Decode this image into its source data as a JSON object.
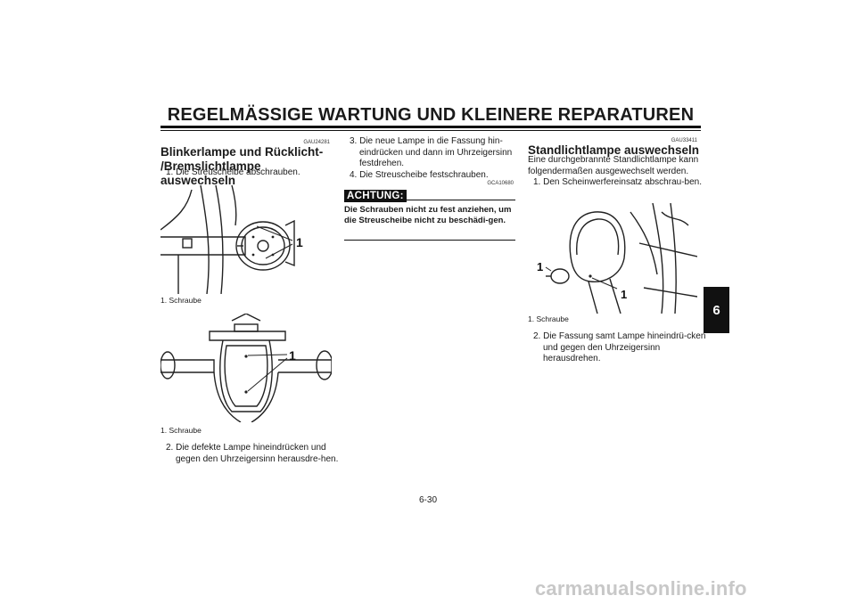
{
  "header": {
    "title": "REGELMÄSSIGE WARTUNG UND KLEINERE REPARATUREN"
  },
  "left": {
    "code": "GAU24281",
    "title_line1": "Blinkerlampe und Rücklicht-",
    "title_line2": "/Bremslichtlampe auswechseln",
    "step1": "1.  Die Streuscheibe abschrauben.",
    "fig1_callout": "1",
    "fig1_caption": "1.  Schraube",
    "fig2_callout": "1",
    "fig2_caption": "1.  Schraube",
    "step2": "2.  Die defekte Lampe hineindrücken und gegen den Uhrzeigersinn herausdre-hen."
  },
  "middle": {
    "step3": "3.  Die neue Lampe in die Fassung hin-eindrücken und dann im Uhrzeigersinn festdrehen.",
    "step4": "4.  Die Streuscheibe festschrauben.",
    "code": "GCA10680",
    "achtung_label": "ACHTUNG:",
    "warning": "Die Schrauben nicht zu fest anziehen, um die Streuscheibe nicht zu beschädi-gen."
  },
  "right": {
    "code": "GAU33411",
    "title": "Standlichtlampe auswechseln",
    "intro": "Eine durchgebrannte Standlichtlampe kann folgendermaßen ausgewechselt werden.",
    "step1": "1.  Den Scheinwerfereinsatz abschrau-ben.",
    "fig_callout_a": "1",
    "fig_callout_b": "1",
    "fig_caption": "1.  Schraube",
    "step2": "2.  Die Fassung samt Lampe hineindrü-cken und gegen den Uhrzeigersinn herausdrehen."
  },
  "tab": {
    "label": "6"
  },
  "footer": {
    "page_number": "6-30",
    "watermark": "carmanualsonline.info"
  }
}
